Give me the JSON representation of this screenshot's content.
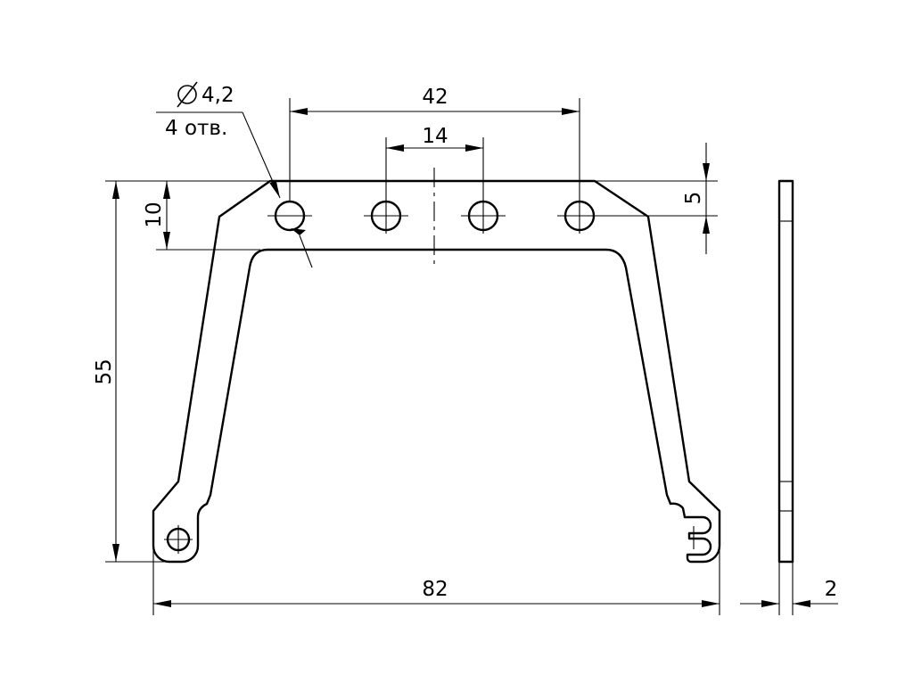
{
  "drawing": {
    "dimensions": {
      "hole_pitch_outer": "42",
      "hole_pitch_inner": "14",
      "hole_diameter": "4,2",
      "hole_count": "4 отв.",
      "bar_height": "10",
      "hole_offset": "5",
      "total_height": "55",
      "total_width": "82",
      "thickness": "2"
    },
    "symbols": {
      "diameter": "diameter-symbol"
    }
  }
}
